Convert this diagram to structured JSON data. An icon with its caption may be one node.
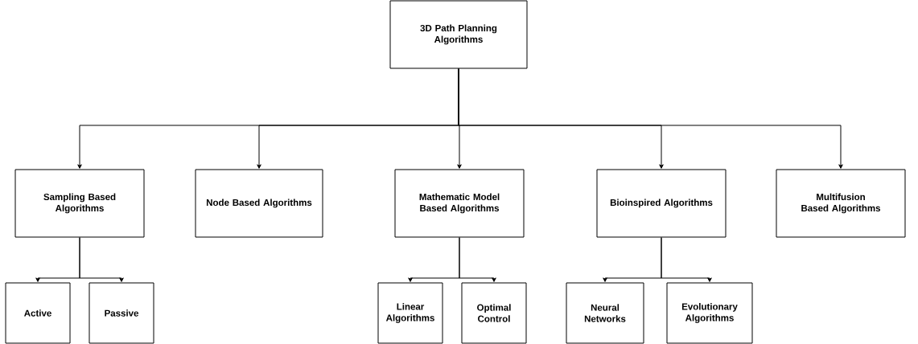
{
  "diagram": {
    "nodes": [
      {
        "text": [
          "3D Path Planning Algorithms"
        ]
      },
      {
        "text": [
          "Sampling Based Algorithms"
        ]
      },
      {
        "text": [
          "Node Based Algorithms"
        ]
      },
      {
        "text": [
          "Mathematic Model Based Algorithms"
        ]
      },
      {
        "text": [
          "Bioinspired Algorithms"
        ]
      },
      {
        "text": [
          "Multifusion Based Algorithms"
        ]
      },
      {
        "text": [
          "Active"
        ]
      },
      {
        "text": [
          "Passive"
        ]
      },
      {
        "text": [
          "Linear Algorithms"
        ]
      },
      {
        "text": [
          "Optimal Control"
        ]
      },
      {
        "text": [
          "Neural Networks"
        ]
      },
      {
        "text": [
          "Evolutionary Algorithms"
        ]
      }
    ],
    "edges": [
      {
        "from": 0,
        "to": 1,
        "arrow": "to"
      },
      {
        "from": 0,
        "to": 2,
        "arrow": "to"
      },
      {
        "from": 0,
        "to": 3,
        "arrow": "to"
      },
      {
        "from": 0,
        "to": 4,
        "arrow": "to"
      },
      {
        "from": 0,
        "to": 5,
        "arrow": "to"
      },
      {
        "from": 1,
        "to": 6,
        "arrow": "to"
      },
      {
        "from": 1,
        "to": 7,
        "arrow": "to"
      },
      {
        "from": 3,
        "to": 8,
        "arrow": "to"
      },
      {
        "from": 3,
        "to": 9,
        "arrow": "to"
      },
      {
        "from": 4,
        "to": 10,
        "arrow": "to"
      },
      {
        "from": 4,
        "to": 11,
        "arrow": "to"
      }
    ]
  }
}
